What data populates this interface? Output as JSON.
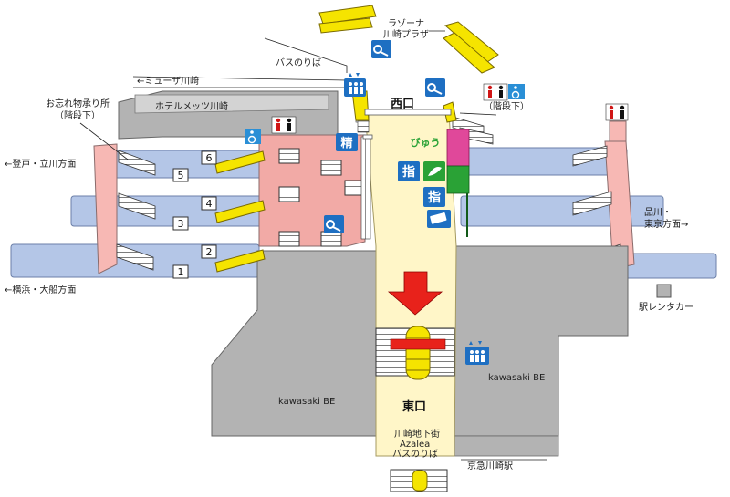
{
  "labels": {
    "lazona": "ラゾーナ",
    "kawasaki_plaza": "川崎プラザ",
    "bus_stop": "バスのりば",
    "muza": "←ミューザ川崎",
    "hotel": "ホテルメッツ川崎",
    "lost_found": "お忘れ物承り所",
    "downstairs_left": "（階段下）",
    "downstairs_right": "（階段下）",
    "west_exit": "西口",
    "east_exit": "東口",
    "noboto": "←登戸・立川方面",
    "yokohama": "←横浜・大船方面",
    "shinagawa": "品川・",
    "tokyo": "東京方面→",
    "rent_a_car": "駅レンタカー",
    "kawasaki_be_left": "kawasaki BE",
    "kawasaki_be_right": "kawasaki BE",
    "underground_mall": "川崎地下街",
    "azalea": "Azalea",
    "bus_stop_east": "バスのりば",
    "keikyu": "京急川崎駅",
    "seisan": "精",
    "shitei": "指",
    "shitei2": "指",
    "view": "びゅう"
  },
  "platforms": [
    "1",
    "2",
    "3",
    "4",
    "5",
    "6"
  ],
  "colors": {
    "platform": "#b4c6e7",
    "concourse_pink": "#f2aaa6",
    "bridge_pink": "#f7b8b4",
    "path_yellow": "#fff6c8",
    "building_gray": "#b3b3b3",
    "escalator": "#f5e400",
    "arrow_red": "#e8221b",
    "icon_blue": "#1e6fc2",
    "toilet_red": "#d01515",
    "accessible_blue": "#2a8fd6",
    "view_green": "#2aa236",
    "magenta": "#e0489a"
  },
  "icons": [
    "parking-icon",
    "toilet-icon",
    "elevator-icon",
    "accessible-icon",
    "green-window-icon",
    "bus-icon"
  ]
}
